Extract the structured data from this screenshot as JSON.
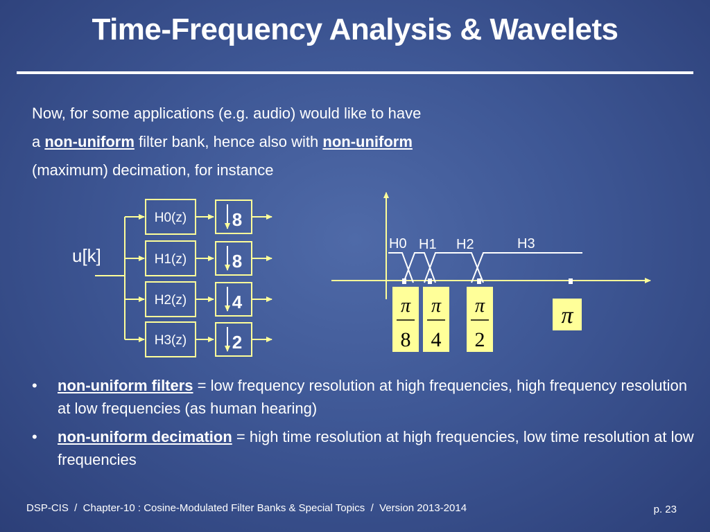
{
  "slide": {
    "title": "Time-Frequency Analysis & Wavelets",
    "intro": {
      "line1": "Now, for some applications (e.g. audio) would like to have",
      "line2_a": "a ",
      "line2_nu1": "non-uniform",
      "line2_b": " filter bank, hence also with ",
      "line2_nu2": "non-uniform",
      "line3": "(maximum) decimation, for instance"
    },
    "bullets": [
      {
        "marker": "•",
        "term": "non-uniform filters",
        "text": " = low frequency resolution at high frequencies, high frequency resolution at low frequencies (as human hearing)"
      },
      {
        "marker": "•",
        "term": "non-uniform decimation",
        "text": " = high time resolution at high frequencies, low time resolution at low frequencies"
      }
    ],
    "footer": "DSP-CIS  /  Chapter-10 : Cosine-Modulated Filter Banks & Special Topics  /  Version 2013-2014",
    "page": "p. 23"
  },
  "filterbank": {
    "input_label": "u[k]",
    "filters": [
      "H0(z)",
      "H1(z)",
      "H2(z)",
      "H3(z)"
    ],
    "decimation": [
      "8",
      "8",
      "4",
      "2"
    ]
  },
  "spectrum": {
    "band_labels": [
      "H0",
      "H1",
      "H2",
      "H3"
    ],
    "fractions": [
      {
        "num": "π",
        "den": "8"
      },
      {
        "num": "π",
        "den": "4"
      },
      {
        "num": "π",
        "den": "2"
      }
    ],
    "pi_label": "π"
  },
  "colors": {
    "highlight": "#ffff99",
    "line": "#ffff99",
    "background": "#3e5795"
  }
}
